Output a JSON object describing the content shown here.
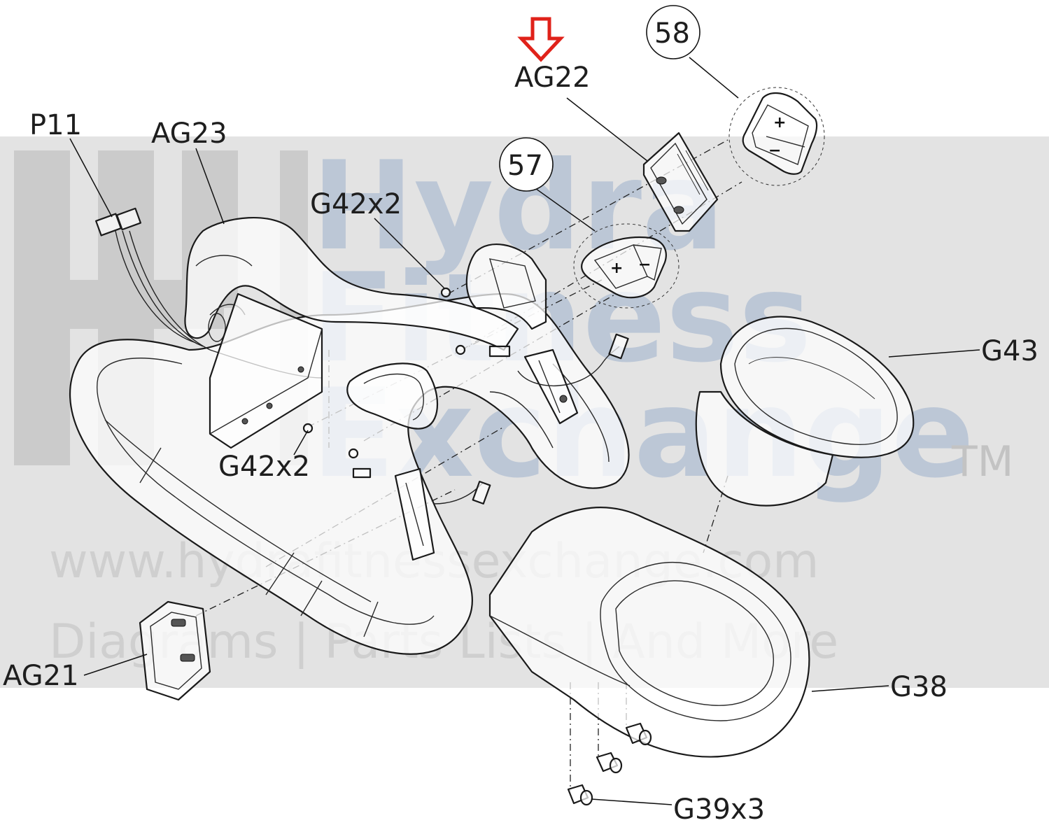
{
  "watermark": {
    "line1": "Hydra",
    "line2": "Fitness",
    "line3": "Exchange",
    "trademark": "TM",
    "url": "www.hydrafitnessexchange.com",
    "tagline": "Diagrams | Parts Lists | And More",
    "colors": {
      "band": "#e3e3e3",
      "brand": "#bcc7d6"
    }
  },
  "callouts": {
    "p11": "P11",
    "ag23": "AG23",
    "g42_top": "G42x2",
    "g42_bottom": "G42x2",
    "ag22": "AG22",
    "item58": "58",
    "item57": "57",
    "g43": "G43",
    "ag21": "AG21",
    "g38": "G38",
    "g39": "G39x3"
  },
  "button_glyphs": {
    "plus": "+",
    "minus": "−"
  },
  "highlight": {
    "target": "AG22",
    "arrow_color": "#e0221a"
  }
}
